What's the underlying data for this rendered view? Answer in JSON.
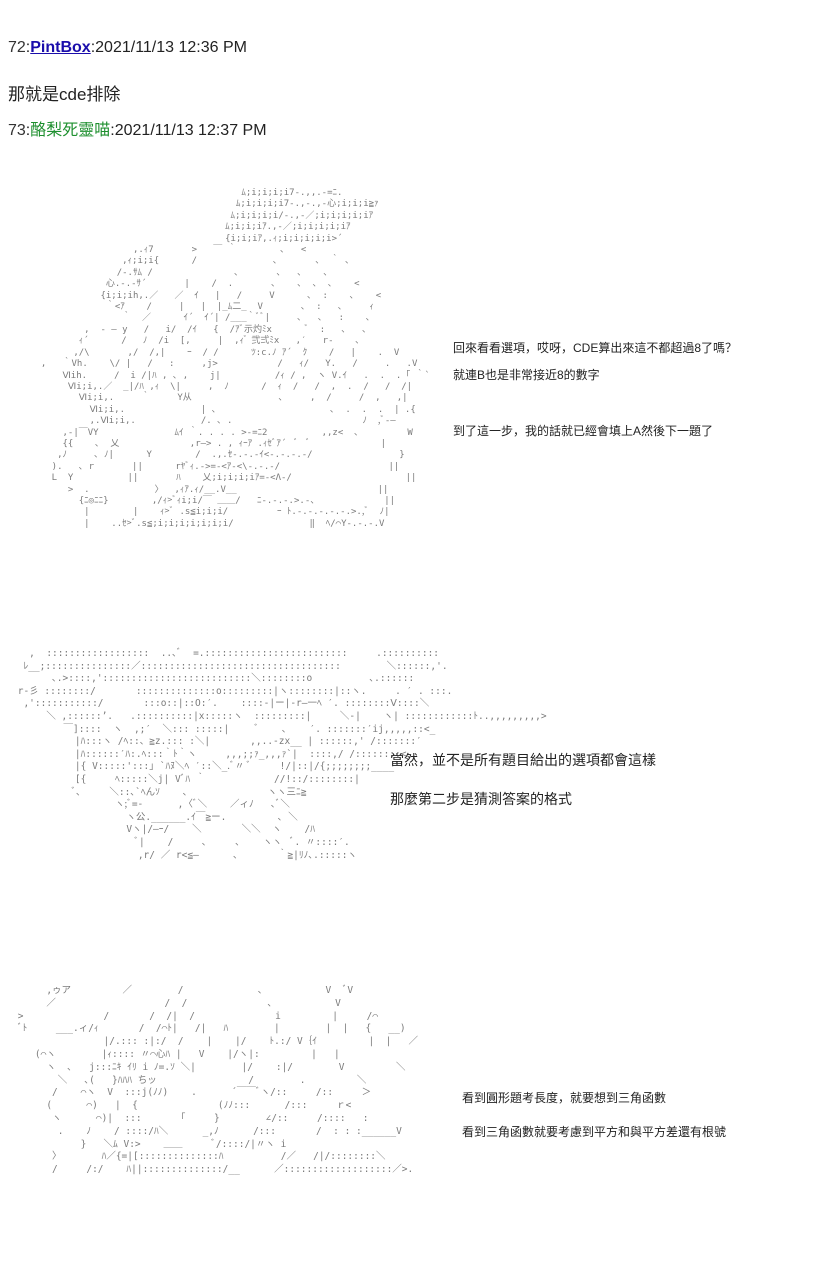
{
  "post72": {
    "number": "72",
    "name": "PintBox",
    "datetime": "2021/11/13 12:36 PM",
    "body": "那就是cde排除"
  },
  "post73": {
    "number": "73",
    "name": "酪梨死靈喵",
    "datetime": "2021/11/13 12:37 PM"
  },
  "scene1": {
    "lines": [
      "回來看看選項，哎呀，CDE算出來這不都超過8了嗎？",
      "就連B也是非常接近8的數字",
      "到了這一步，我的話就已經會填上A然後下一題了"
    ]
  },
  "scene2": {
    "lines": [
      "當然，並不是所有題目給出的選項都會這樣",
      "那麼第二步是猜測答案的格式"
    ]
  },
  "scene3": {
    "lines": [
      "看到圓形題考長度，就要想到三角函數",
      "看到三角函數就要考慮到平方和與平方差還有根號"
    ]
  },
  "colors": {
    "link": "#1a0dab",
    "green_name": "#1d8f2e",
    "ascii_art": "#7a7a7a"
  }
}
